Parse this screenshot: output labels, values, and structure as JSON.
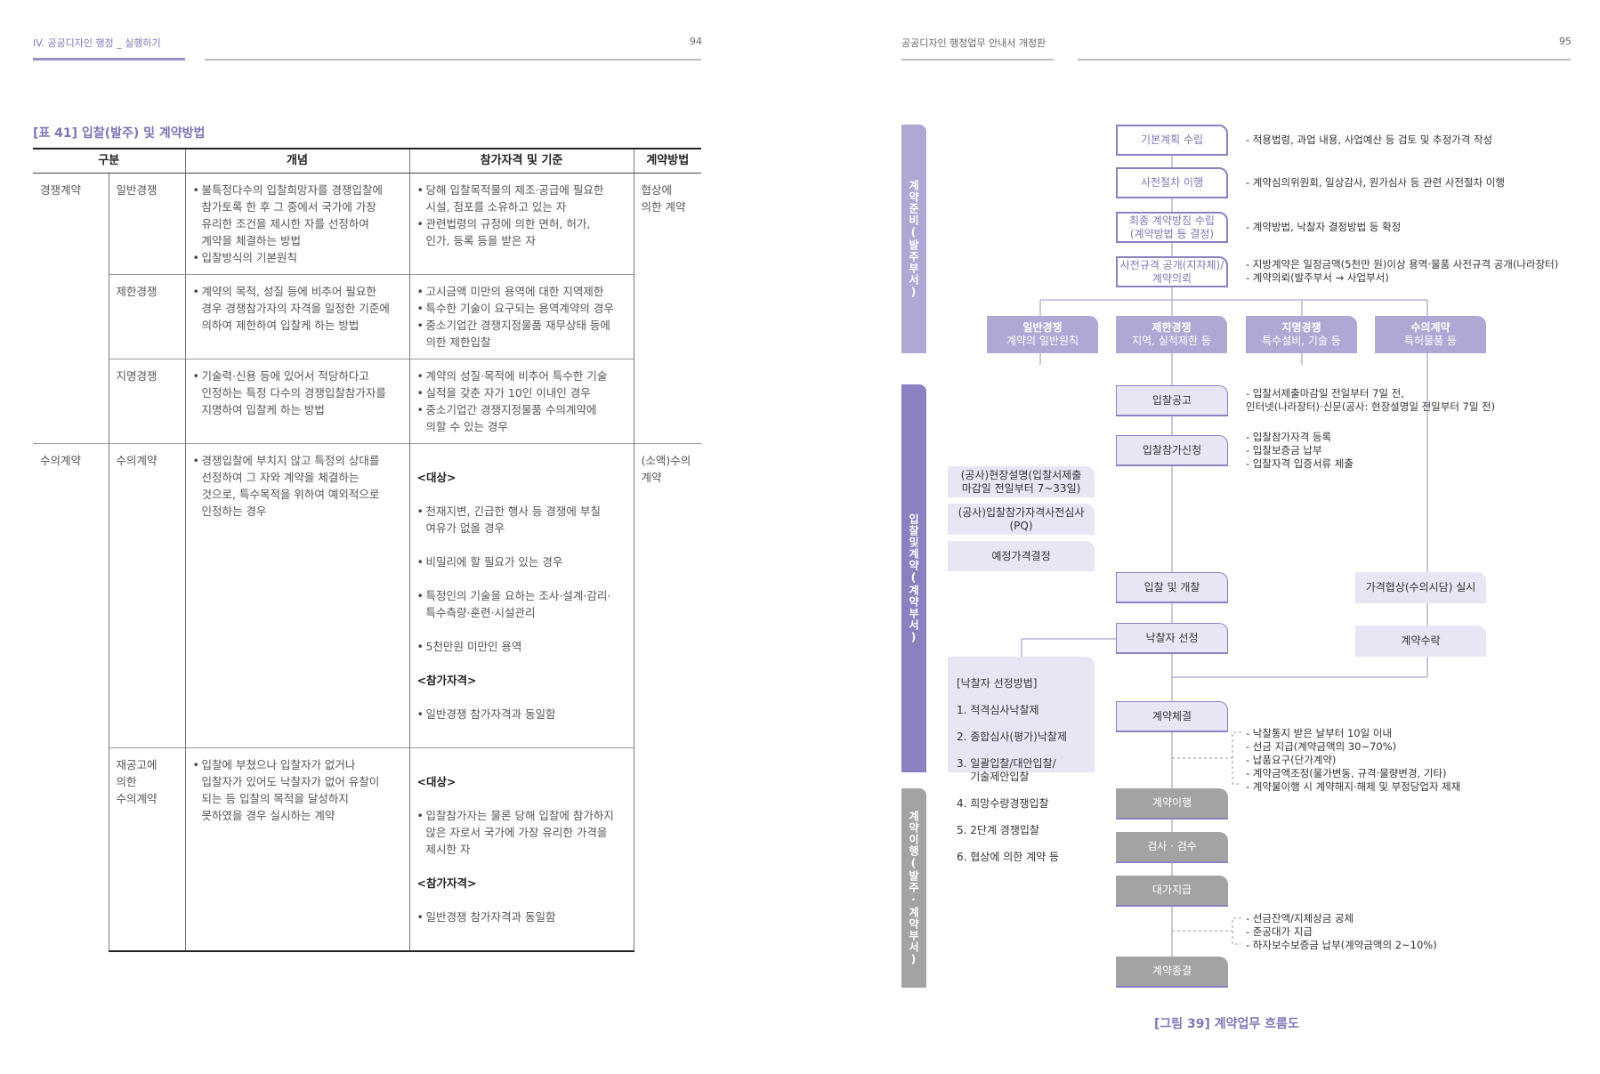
{
  "left_page": {
    "header": {
      "section": "IV. 공공디자인 행정 _ 실행하기",
      "page": "94"
    },
    "table": {
      "title": "[표 41] 입찰(발주) 및 계약방법",
      "headers": [
        "구분",
        "개념",
        "참가자격 및 기준",
        "계약방법"
      ],
      "groups": {
        "competitive": "경쟁계약",
        "private": "수의계약"
      },
      "methods": {
        "competitive": "협상에\n의한 계약",
        "private": "(소액)수의\n계약"
      },
      "rows": [
        {
          "sub": "일반경쟁",
          "concept": [
            "불특정다수의 입찰희망자를 경쟁입찰에\n참가토록 한 후 그 중에서 국가에 가장\n유리한 조건을 제시한 자를 선정하여\n계약을 체결하는 방법",
            "입찰방식의 기본원칙"
          ],
          "criteria": [
            "당해 입찰목적물의 제조·공급에 필요한\n시설, 점포를 소유하고 있는 자",
            "관련법령의 규정에 의한 면허, 허가,\n인가, 등록 등을 받은 자"
          ]
        },
        {
          "sub": "제한경쟁",
          "concept": [
            "계약의 목적, 성질 등에 비추어 필요한\n경우 경쟁참가자의 자격을 일정한 기준에\n의하여 제한하여 입찰케 하는 방법"
          ],
          "criteria": [
            "고시금액 미만의 용역에 대한 지역제한",
            "특수한 기술이 요구되는 용역계약의 경우",
            "중소기업간 경쟁지정물품 재무상태 등에\n의한 제한입찰"
          ]
        },
        {
          "sub": "지명경쟁",
          "concept": [
            "기술력·신용 등에 있어서 적당하다고\n인정하는 특정 다수의 경쟁입찰참가자를\n지명하여 입찰케 하는 방법"
          ],
          "criteria": [
            "계약의 성질·목적에 비추어 특수한 기술",
            "실적을 갖춘 자가 10인 이내인 경우",
            "중소기업간 경쟁지정물품 수의계약에\n의할 수 있는 경우"
          ]
        },
        {
          "sub": "수의계약",
          "concept": [
            "경쟁입찰에 부치지 않고 특정의 상대를\n선정하여 그 자와 계약을 체결하는\n것으로, 특수목적을 위하여 예외적으로\n인정하는 경우"
          ],
          "target_heading": "<대상>",
          "targets": [
            "천재지변, 긴급한 행사 등 경쟁에 부칠\n여유가 없을 경우",
            "비밀리에 할 필요가 있는 경우",
            "특정인의 기술을 요하는 조사·설계·감리·\n특수측량·훈련·시설관리",
            "5천만원 미만인 용역"
          ],
          "qual_heading": "<참가자격>",
          "quals": [
            "일반경쟁 참가자격과 동일함"
          ]
        },
        {
          "sub": "재공고에\n의한\n수의계약",
          "concept": [
            "입찰에 부쳤으나 입찰자가 없거나\n입찰자가 있어도 낙찰자가 없어 유찰이\n되는 등 입찰의 목적을 달성하지\n못하였을 경우 실시하는 계약"
          ],
          "target_heading": "<대상>",
          "targets": [
            "입찰참가자는 물론 당해 입찰에 참가하지\n않은 자로서 국가에 가장 유리한 가격을\n제시한 자"
          ],
          "qual_heading": "<참가자격>",
          "quals": [
            "일반경쟁 참가자격과 동일함"
          ]
        }
      ]
    }
  },
  "right_page": {
    "header": {
      "title": "공공디자인 행정업무 안내서 개정판",
      "page": "95"
    },
    "phases": [
      "계약준비(발주부서)",
      "입찰및계약(계약부서)",
      "계약이행(발주·계약부서)"
    ],
    "steps": {
      "plan": "기본계획 수립",
      "pre": "사전절차 이행",
      "policy": "최종 계약방침 수립\n(계약방법 등 결정)",
      "spec": "사전규격 공개(지자체)/\n계약의뢰",
      "notice": "입찰공고",
      "apply": "입찰참가신청",
      "open": "입찰 및 개찰",
      "winner": "낙찰자 선정",
      "contract": "계약체결",
      "perform": "계약이행",
      "inspect": "검사 · 검수",
      "pay": "대가지급",
      "close": "계약종결",
      "negotiate": "가격협상(수의시담) 실시",
      "accept": "계약수락"
    },
    "categories": [
      {
        "title": "일반경쟁",
        "desc": "계약의 일반원칙"
      },
      {
        "title": "제한경쟁",
        "desc": "지역, 실적제한 등"
      },
      {
        "title": "지명경쟁",
        "desc": "특수설비, 기술 등"
      },
      {
        "title": "수의계약",
        "desc": "특허물품 등"
      }
    ],
    "side": {
      "site": "(공사)현장설명(입찰서제출\n마감일 전일부터 7~33일)",
      "pq": "(공사)입찰참가자격사전심사\n(PQ)",
      "price": "예정가격결정",
      "methods_title": "[낙찰자 선정방법]",
      "methods": [
        "1. 적격심사낙찰제",
        "2. 종합심사(평가)낙찰제",
        "3. 일괄입찰/대안입찰/\n    기술제안입찰",
        "4. 희망수량경쟁입찰",
        "5. 2단계 경쟁입찰",
        "6. 협상에 의한 계약 등"
      ]
    },
    "notes": {
      "plan": "- 적용법령, 과업 내용, 사업예산 등 검토 및 추정가격 작성",
      "pre": "- 계약심의위원회, 일상감사, 원가심사 등 관련 사전절차 이행",
      "policy": "- 계약방법, 낙찰자 결정방법 등 확정",
      "spec": "- 지방계약은 일정금액(5천만 원)이상 용역·물품 사전규격 공개(나라장터)\n- 계약의뢰(발주부서 → 사업부서)",
      "notice": "- 입찰서제출마감일 전일부터 7일 전,\n   인터넷(나라장터)·신문(공사: 현장설명일 전일부터 7일 전)",
      "apply": "- 입찰참가자격 등록\n- 입찰보증금 납부\n- 입찰자격 입증서류 제출",
      "contract": "- 낙찰통지 받은 날부터 10일 이내\n- 선금 지급(계약금액의 30~70%)\n- 납품요구(단가계약)\n- 계약금액조정(물가변동, 규격·물량변경, 기타)\n- 계약불이행 시 계약해지·해제 및 부정당업자 제재",
      "pay": "- 선금잔액/지체상금 공제\n- 준공대가 지급\n- 하자보수보증금 납부(계약금액의 2~10%)"
    },
    "caption": "[그림 39] 계약업무 흐름도"
  },
  "colors": {
    "accent": "#7f76b5",
    "phase1": "#b0a8d4",
    "phase2": "#8b80c0",
    "phase3": "#a3a3a3",
    "light": "#e8e6f4"
  }
}
